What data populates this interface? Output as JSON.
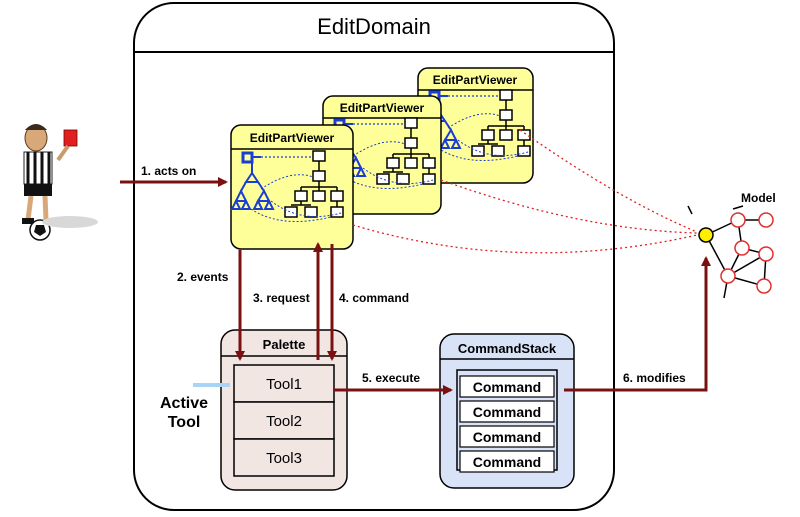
{
  "edit_domain": {
    "title": "EditDomain"
  },
  "viewers": [
    {
      "title": "EditPartViewer"
    },
    {
      "title": "EditPartViewer"
    },
    {
      "title": "EditPartViewer"
    }
  ],
  "palette": {
    "title": "Palette",
    "tools": [
      "Tool1",
      "Tool2",
      "Tool3"
    ]
  },
  "active_tool": {
    "line1": "Active",
    "line2": "Tool"
  },
  "command_stack": {
    "title": "CommandStack",
    "commands": [
      "Command",
      "Command",
      "Command",
      "Command"
    ]
  },
  "model": {
    "label": "Model"
  },
  "arrows": {
    "acts_on": "1. acts on",
    "events": "2. events",
    "request": "3. request",
    "command": "4. command",
    "execute": "5. execute",
    "modifies": "6. modifies"
  },
  "colors": {
    "arrow": "#7a1010",
    "viewer_fill": "#ffff99",
    "tree_blue": "#1a3dd4",
    "dotted_red": "#e02020",
    "palette_fill": "#f2e6e3",
    "stack_fill": "#d9e3f7",
    "active_pointer": "#a8d4f5",
    "model_node_stroke": "#e03030",
    "model_active_node": "#ffee00"
  }
}
